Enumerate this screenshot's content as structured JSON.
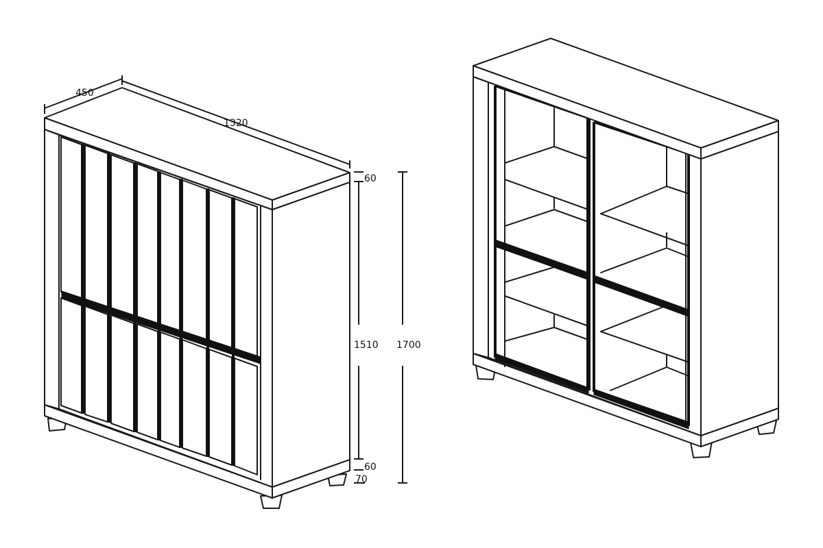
{
  "dimensions": {
    "depth": "450",
    "width": "1320",
    "top_thickness": "60",
    "body_height": "1510",
    "total_height": "1700",
    "plinth_thickness": "60",
    "leg_height": "70"
  }
}
